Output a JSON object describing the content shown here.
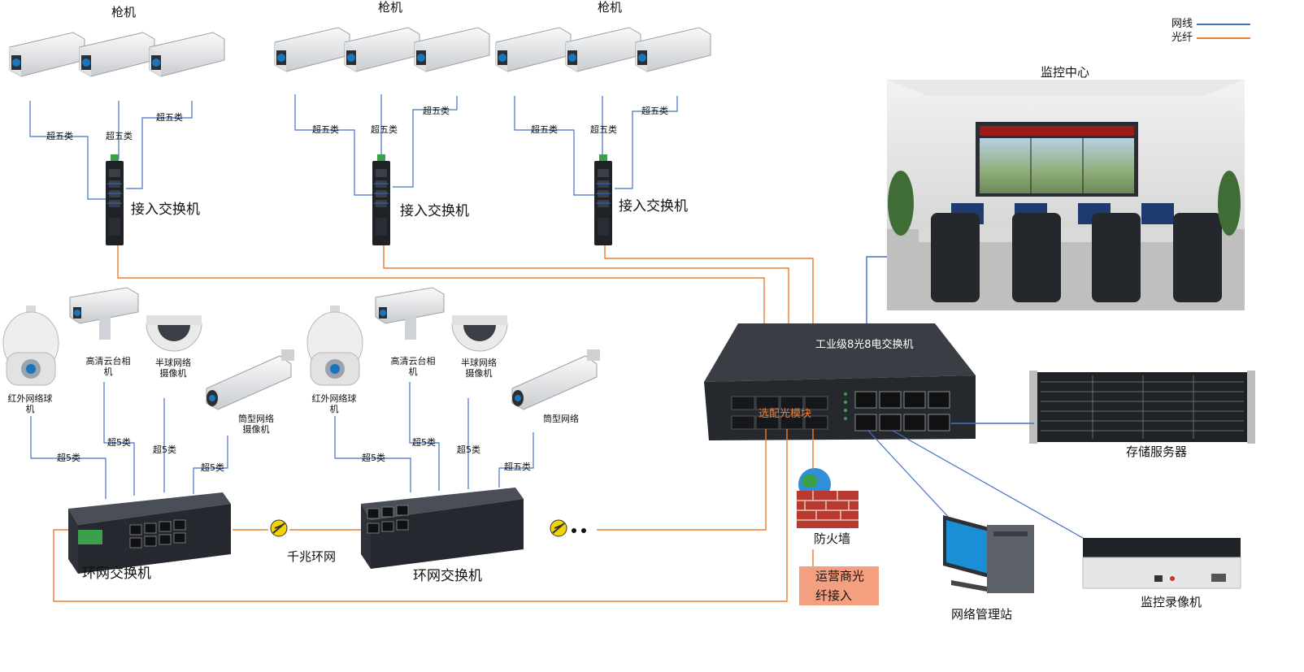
{
  "legend": {
    "network_cable": "网线",
    "fiber": "光纤",
    "network_color": "#4472c4",
    "fiber_color": "#ed7d31"
  },
  "top_groups": [
    {
      "title": "枪机",
      "switch_label": "接入交换机",
      "cable_labels": [
        "超五类",
        "超五类",
        "超五类"
      ]
    },
    {
      "title": "枪机",
      "switch_label": "接入交换机",
      "cable_labels": [
        "超五类",
        "超五类",
        "超五类"
      ]
    },
    {
      "title": "枪机",
      "switch_label": "接入交换机",
      "cable_labels": [
        "超五类",
        "超五类",
        "超五类"
      ]
    }
  ],
  "ring_groups": [
    {
      "cameras": [
        "红外网络球机",
        "高清云台相机",
        "半球网络摄像机",
        "筒型网络摄像机"
      ],
      "cable_labels": [
        "超5类",
        "超5类",
        "超5类",
        "超5类"
      ],
      "switch_label": "环网交换机"
    },
    {
      "cameras": [
        "红外网络球机",
        "高清云台相机",
        "半球网络摄像机",
        "筒型网络"
      ],
      "cable_labels": [
        "超5类",
        "超5类",
        "超5类",
        "超五类"
      ],
      "switch_label": "环网交换机"
    }
  ],
  "ring_label": "千兆环网",
  "core_switch": {
    "label": "工业级8光8电交换机",
    "module_label": "选配光模块"
  },
  "monitoring_center": "监控中心",
  "storage_server": "存储服务器",
  "firewall": "防火墙",
  "isp_line1": "运营商光",
  "isp_line2": "纤接入",
  "mgmt_station": "网络管理站",
  "nvr": "监控录像机"
}
